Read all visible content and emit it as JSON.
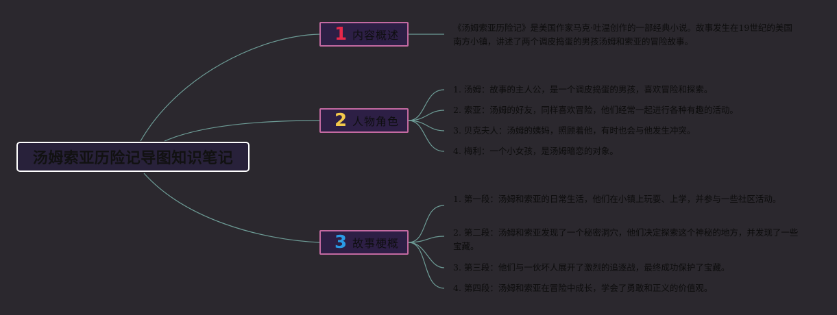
{
  "root": {
    "title": "汤姆索亚历险记导图知识笔记"
  },
  "branches": [
    {
      "num": "1",
      "num_color": "#e8284a",
      "label": "内容概述",
      "leaves": [
        "《汤姆索亚历险记》是美国作家马克·吐温创作的一部经典小说。故事发生在19世纪的美国南方小镇，讲述了两个调皮捣蛋的男孩汤姆和索亚的冒险故事。"
      ]
    },
    {
      "num": "2",
      "num_color": "#f3c84b",
      "label": "人物角色",
      "leaves": [
        "1. 汤姆：故事的主人公，是一个调皮捣蛋的男孩，喜欢冒险和探索。",
        "2. 索亚：汤姆的好友，同样喜欢冒险，他们经常一起进行各种有趣的活动。",
        "3. 贝克夫人：汤姆的姨妈，照顾着他，有时也会与他发生冲突。",
        "4. 梅利：一个小女孩，是汤姆暗恋的对象。"
      ]
    },
    {
      "num": "3",
      "num_color": "#2a9be6",
      "label": "故事梗概",
      "leaves": [
        "1. 第一段：汤姆和索亚的日常生活，他们在小镇上玩耍、上学，并参与一些社区活动。",
        "2. 第二段：汤姆和索亚发现了一个秘密洞穴，他们决定探索这个神秘的地方，并发现了一些宝藏。",
        "3. 第三段：他们与一伙坏人展开了激烈的追逐战，最终成功保护了宝藏。",
        "4. 第四段：汤姆和索亚在冒险中成长，学会了勇敢和正义的价值观。"
      ]
    }
  ],
  "colors": {
    "background": "#2b282e",
    "connector": "#6e9d97",
    "branch_border": "#c46aa2",
    "root_border": "#ffffff"
  }
}
